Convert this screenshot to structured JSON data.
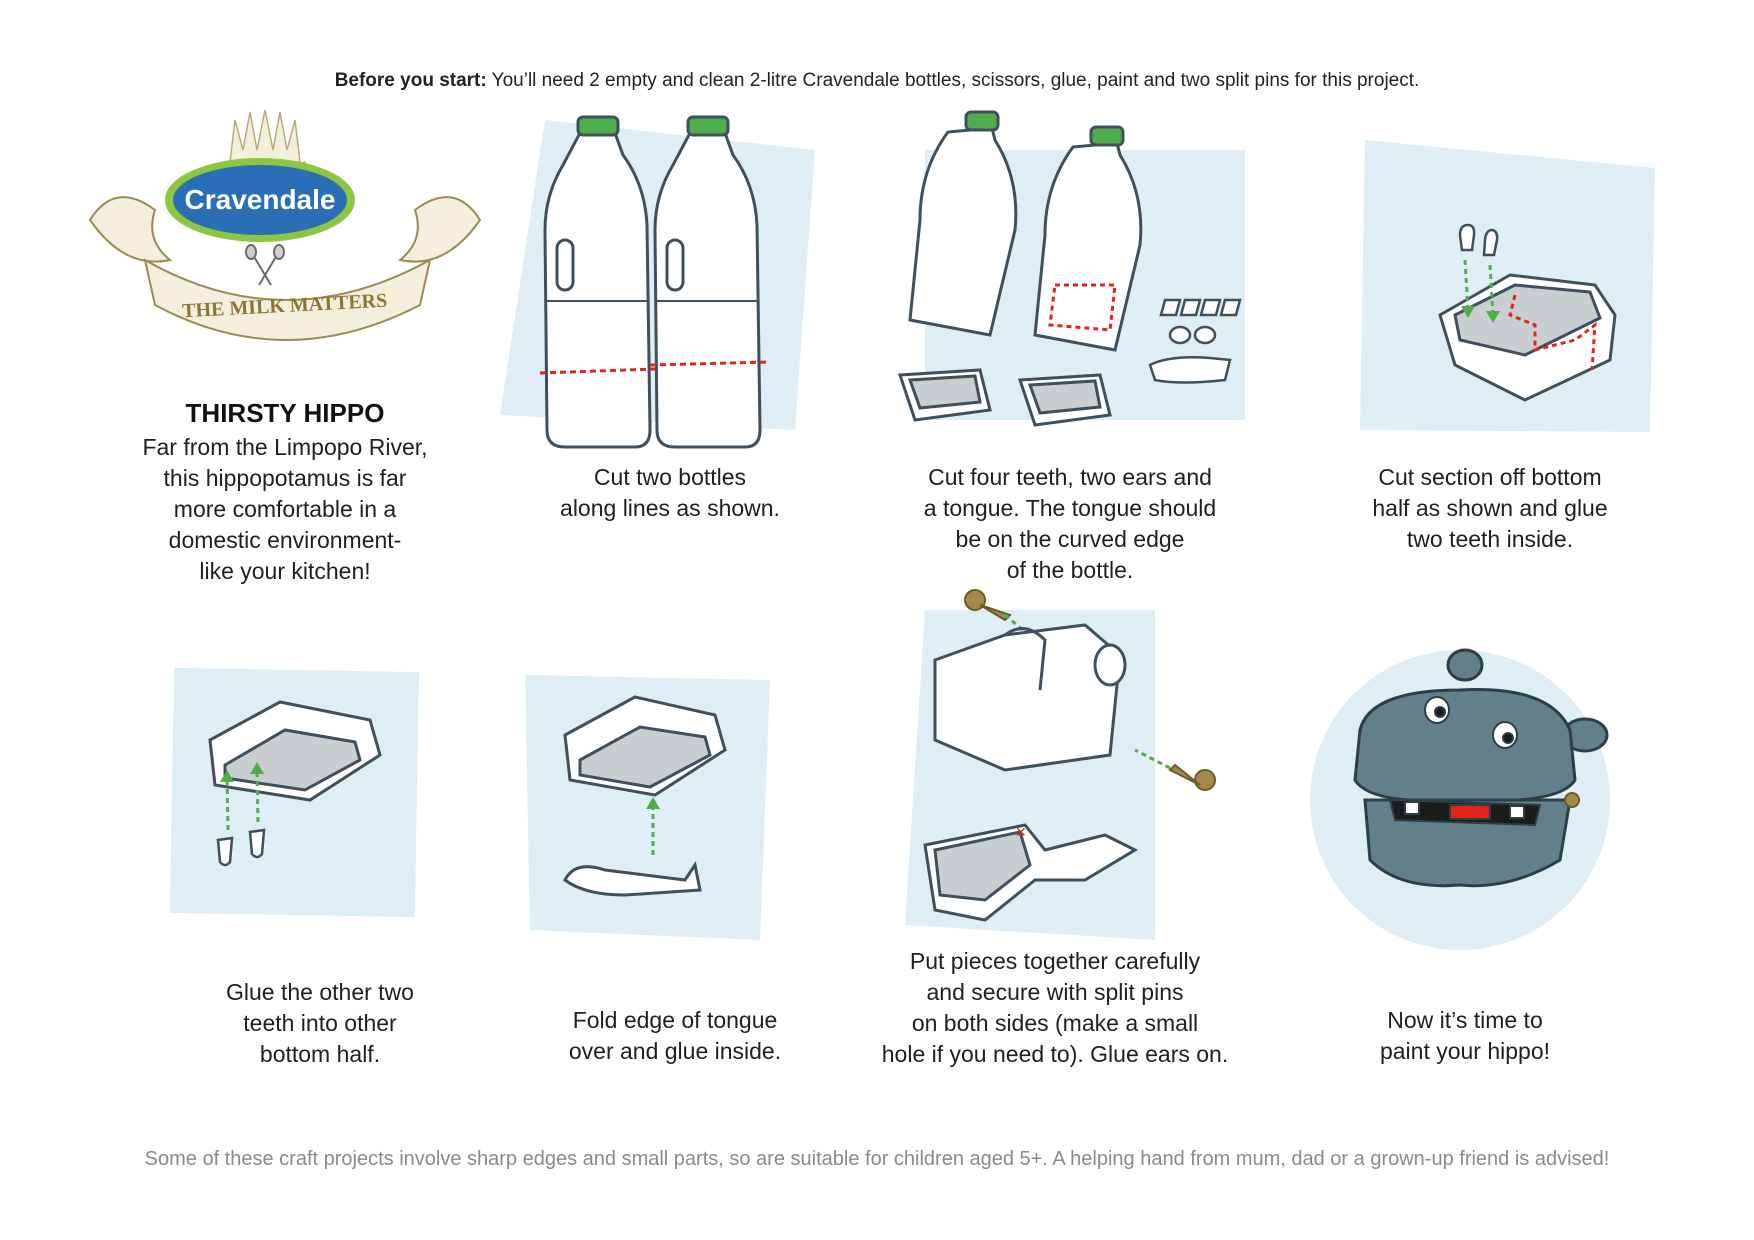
{
  "header": {
    "before_label": "Before you start:",
    "before_text": " You’ll need 2 empty and clean 2-litre Cravendale bottles, scissors, glue, paint and two split pins for this project."
  },
  "brand": {
    "name": "Cravendale",
    "tagline": "THE MILK MATTERS",
    "colors": {
      "oval_blue": "#2a6fb5",
      "oval_green": "#8dc63f",
      "scroll_gold": "#b5a26a"
    }
  },
  "intro": {
    "title": "THIRSTY HIPPO",
    "lines": [
      "Far from the Limpopo River,",
      "this hippopotamus is far",
      "more comfortable in a",
      "domestic environment-",
      "like your kitchen!"
    ]
  },
  "steps": [
    {
      "lines": [
        "Cut two bottles",
        "along lines as shown."
      ]
    },
    {
      "lines": [
        "Cut four teeth, two ears and",
        "a tongue. The tongue should",
        "be on the curved edge",
        "of the bottle."
      ]
    },
    {
      "lines": [
        "Cut section off bottom",
        "half as shown and glue",
        "two teeth inside."
      ]
    },
    {
      "lines": [
        "Glue the other two",
        "teeth into other",
        "bottom half."
      ]
    },
    {
      "lines": [
        "Fold edge of tongue",
        "over and glue inside."
      ]
    },
    {
      "lines": [
        "Put pieces together carefully",
        "and secure with split pins",
        "on both sides (make a small",
        "hole if you need to). Glue ears on."
      ]
    },
    {
      "lines": [
        "Now it’s time to",
        "paint your hippo!"
      ]
    }
  ],
  "footer": {
    "text": "Some of these craft projects involve sharp edges and small parts, so are suitable for children aged 5+. A helping hand from mum, dad or a grown-up friend is advised!"
  },
  "colors": {
    "panel_bg": "#deeef4",
    "outline": "#3f4f5c",
    "cap_green": "#4fae4a",
    "cut_red": "#e3241b",
    "arrow_green": "#4fae4a",
    "hippo": "#62808c",
    "pin_gold": "#a48a4a"
  }
}
